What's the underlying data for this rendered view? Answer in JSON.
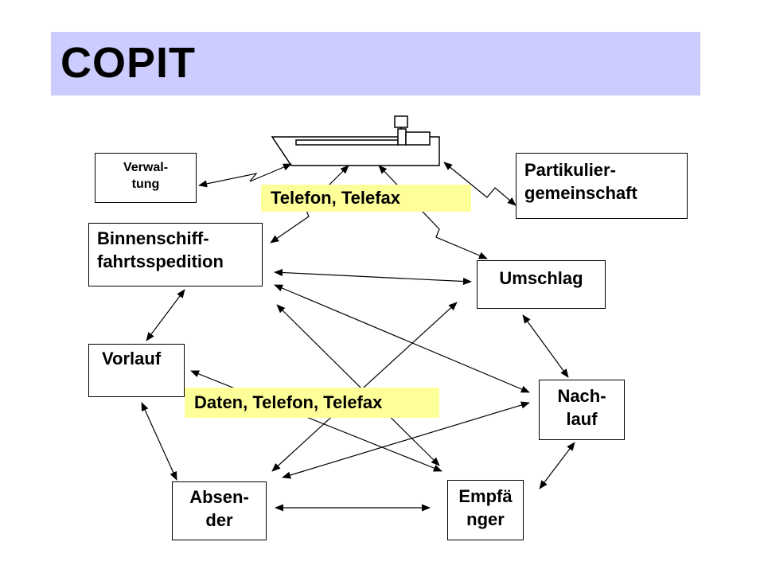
{
  "title": "COPIT",
  "nodes": {
    "verwaltung": [
      "Verwal-",
      "tung"
    ],
    "partikulier": [
      "Partikulier-",
      "gemeinschaft"
    ],
    "binnenschiff": [
      "Binnenschiff-",
      "fahrtsspedition"
    ],
    "umschlag": [
      "Umschlag"
    ],
    "vorlauf": [
      "Vorlauf"
    ],
    "nachlauf": [
      "Nach-",
      "lauf"
    ],
    "absender": [
      "Absen-",
      "der"
    ],
    "empfaenger": [
      "Empfä",
      "nger"
    ]
  },
  "labels": {
    "telefon_telefax": "Telefon, Telefax",
    "daten_telefon_telefax": "Daten, Telefon, Telefax"
  },
  "colors": {
    "title_bar": "#ccccff",
    "label_highlight": "#ffff99",
    "line": "#000000"
  },
  "icons": {
    "ship": "ship-icon"
  }
}
